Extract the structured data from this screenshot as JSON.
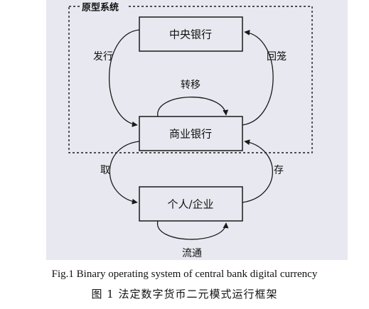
{
  "frame": {
    "label": "原型系统"
  },
  "nodes": {
    "central_bank": "中央银行",
    "commercial_bank": "商业银行",
    "individual_enterprise": "个人/企业"
  },
  "edges": {
    "issue": "发行",
    "recall": "回笼",
    "transfer": "转移",
    "withdraw": "取",
    "deposit": "存",
    "circulation": "流通"
  },
  "caption": {
    "english": "Fig.1   Binary operating system of central bank digital currency",
    "chinese": "图 1   法定数字货币二元模式运行框架"
  }
}
